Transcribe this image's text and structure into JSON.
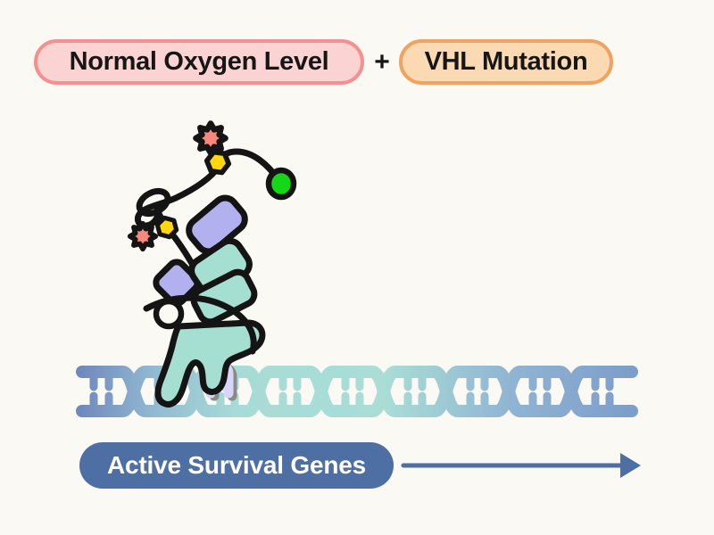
{
  "conditions": {
    "left_label": "Normal Oxygen Level",
    "operator": "+",
    "right_label": "VHL Mutation"
  },
  "result": {
    "label": "Active Survival Genes"
  },
  "illustration": {
    "protein": "transcription-factor-complex",
    "dna": "dna-double-helix",
    "ornaments": [
      "star-burst",
      "yellow-hexagon",
      "green-circle"
    ],
    "colors": {
      "background": "#FAF9F3",
      "pill_left_fill": "#FBD3D3",
      "pill_left_border": "#F6908E",
      "pill_right_fill": "#FAD9B3",
      "pill_right_border": "#F0A360",
      "result_fill": "#4D6FA4",
      "result_text": "#FFFFFF",
      "arrow": "#4D6FA4",
      "protein_purple": "#B3B0F0",
      "protein_teal": "#A4DFD1",
      "star_red": "#F8887B",
      "hexagon_yellow": "#FFD60F",
      "circle_green": "#14D816",
      "outline": "#141414",
      "clamp_lavender": "#D9D5F8",
      "clamp_shadow": "#8A8A8A",
      "dna_left": "#7089BD",
      "dna_middle": "#A9DDD6",
      "dna_right": "#7D9DCA"
    }
  }
}
